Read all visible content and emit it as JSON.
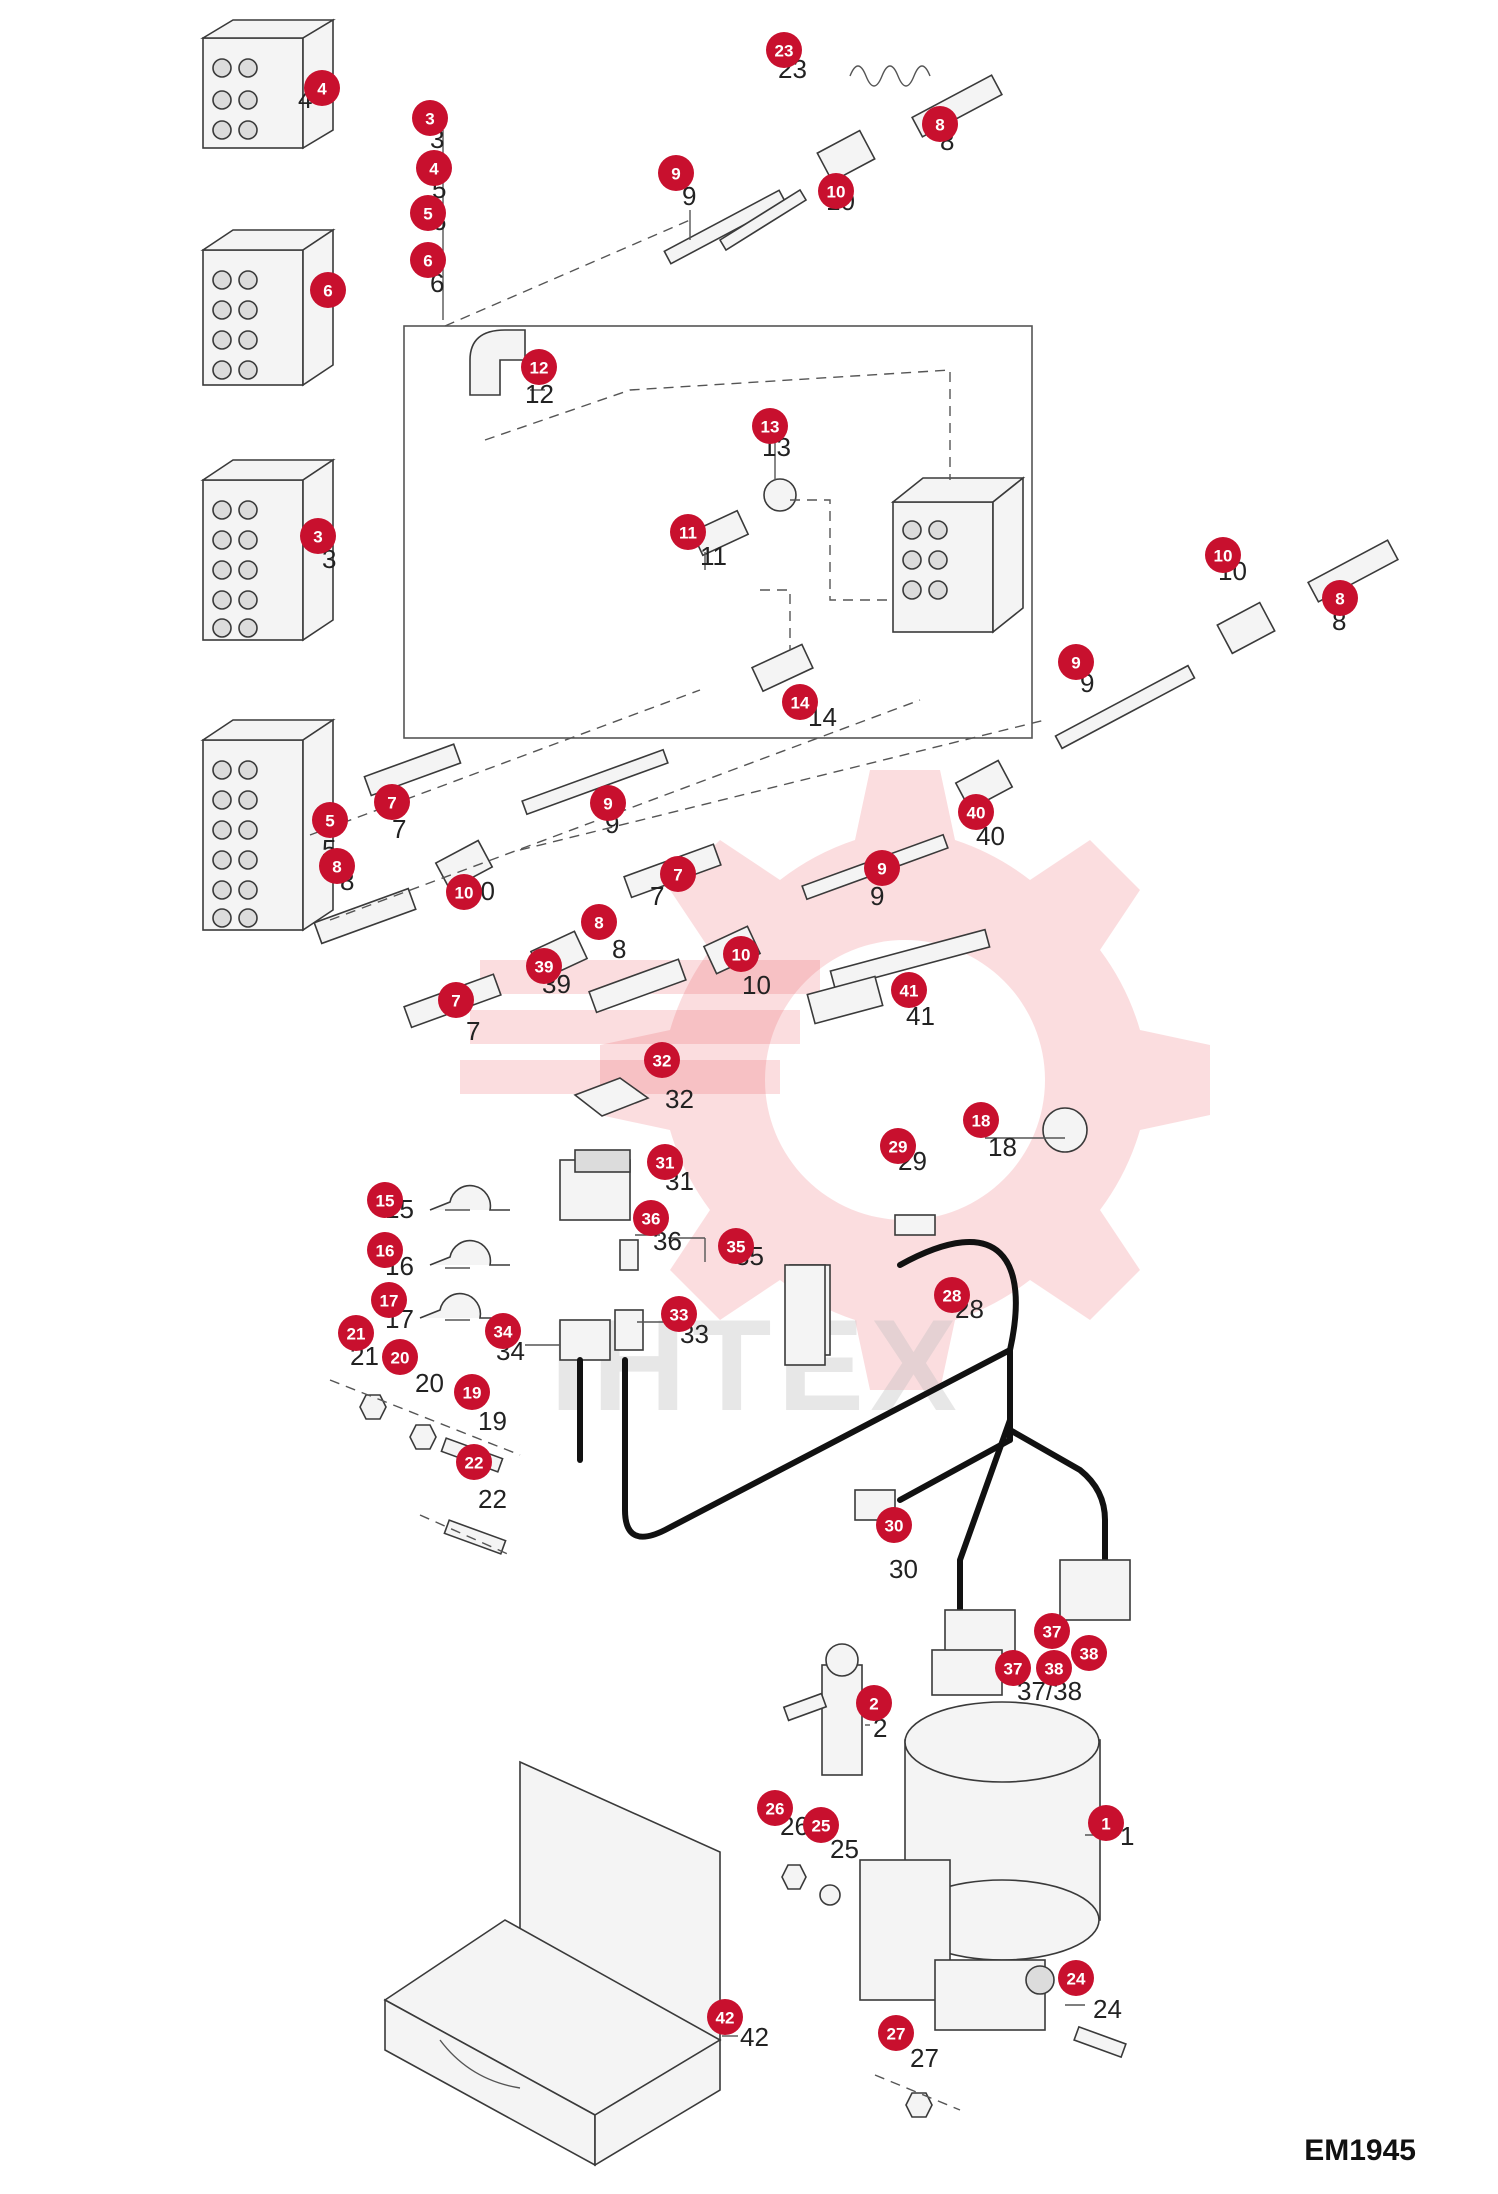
{
  "diagram": {
    "id_label": "EM1945",
    "watermark_text": "IHTEX",
    "callouts": [
      {
        "text": "4"
      },
      {
        "text": "3"
      },
      {
        "text": "4"
      },
      {
        "text": "5"
      },
      {
        "text": "6"
      },
      {
        "text": "23"
      },
      {
        "text": "8"
      },
      {
        "text": "9"
      },
      {
        "text": "10"
      },
      {
        "text": "6"
      },
      {
        "text": "12"
      },
      {
        "text": "13"
      },
      {
        "text": "11"
      },
      {
        "text": "3"
      },
      {
        "text": "10"
      },
      {
        "text": "8"
      },
      {
        "text": "9"
      },
      {
        "text": "14"
      },
      {
        "text": "7"
      },
      {
        "text": "9"
      },
      {
        "text": "40"
      },
      {
        "text": "5"
      },
      {
        "text": "8"
      },
      {
        "text": "10"
      },
      {
        "text": "7"
      },
      {
        "text": "9"
      },
      {
        "text": "8"
      },
      {
        "text": "39"
      },
      {
        "text": "10"
      },
      {
        "text": "41"
      },
      {
        "text": "7"
      },
      {
        "text": "32"
      },
      {
        "text": "18"
      },
      {
        "text": "29"
      },
      {
        "text": "31"
      },
      {
        "text": "15"
      },
      {
        "text": "16"
      },
      {
        "text": "36"
      },
      {
        "text": "35"
      },
      {
        "text": "17"
      },
      {
        "text": "33"
      },
      {
        "text": "28"
      },
      {
        "text": "34"
      },
      {
        "text": "21"
      },
      {
        "text": "20"
      },
      {
        "text": "19"
      },
      {
        "text": "22"
      },
      {
        "text": "30"
      },
      {
        "text": "37/38"
      },
      {
        "text": "2"
      },
      {
        "text": "26"
      },
      {
        "text": "25"
      },
      {
        "text": "1"
      },
      {
        "text": "24"
      },
      {
        "text": "42"
      },
      {
        "text": "27"
      }
    ],
    "badges": [
      {
        "text": "4"
      },
      {
        "text": "6"
      },
      {
        "text": "3"
      },
      {
        "text": "5"
      },
      {
        "text": "8"
      },
      {
        "text": "3"
      },
      {
        "text": "4"
      },
      {
        "text": "5"
      },
      {
        "text": "6"
      },
      {
        "text": "23"
      },
      {
        "text": "8"
      },
      {
        "text": "9"
      },
      {
        "text": "10"
      },
      {
        "text": "12"
      },
      {
        "text": "13"
      },
      {
        "text": "11"
      },
      {
        "text": "14"
      },
      {
        "text": "10"
      },
      {
        "text": "8"
      },
      {
        "text": "9"
      },
      {
        "text": "7"
      },
      {
        "text": "9"
      },
      {
        "text": "40"
      },
      {
        "text": "10"
      },
      {
        "text": "7"
      },
      {
        "text": "9"
      },
      {
        "text": "8"
      },
      {
        "text": "39"
      },
      {
        "text": "10"
      },
      {
        "text": "7"
      },
      {
        "text": "41"
      },
      {
        "text": "32"
      },
      {
        "text": "18"
      },
      {
        "text": "29"
      },
      {
        "text": "31"
      },
      {
        "text": "15"
      },
      {
        "text": "16"
      },
      {
        "text": "17"
      },
      {
        "text": "36"
      },
      {
        "text": "35"
      },
      {
        "text": "28"
      },
      {
        "text": "21"
      },
      {
        "text": "20"
      },
      {
        "text": "34"
      },
      {
        "text": "33"
      },
      {
        "text": "19"
      },
      {
        "text": "22"
      },
      {
        "text": "30"
      },
      {
        "text": "37"
      },
      {
        "text": "38"
      },
      {
        "text": "37"
      },
      {
        "text": "38"
      },
      {
        "text": "2"
      },
      {
        "text": "26"
      },
      {
        "text": "25"
      },
      {
        "text": "1"
      },
      {
        "text": "24"
      },
      {
        "text": "42"
      },
      {
        "text": "27"
      }
    ]
  }
}
